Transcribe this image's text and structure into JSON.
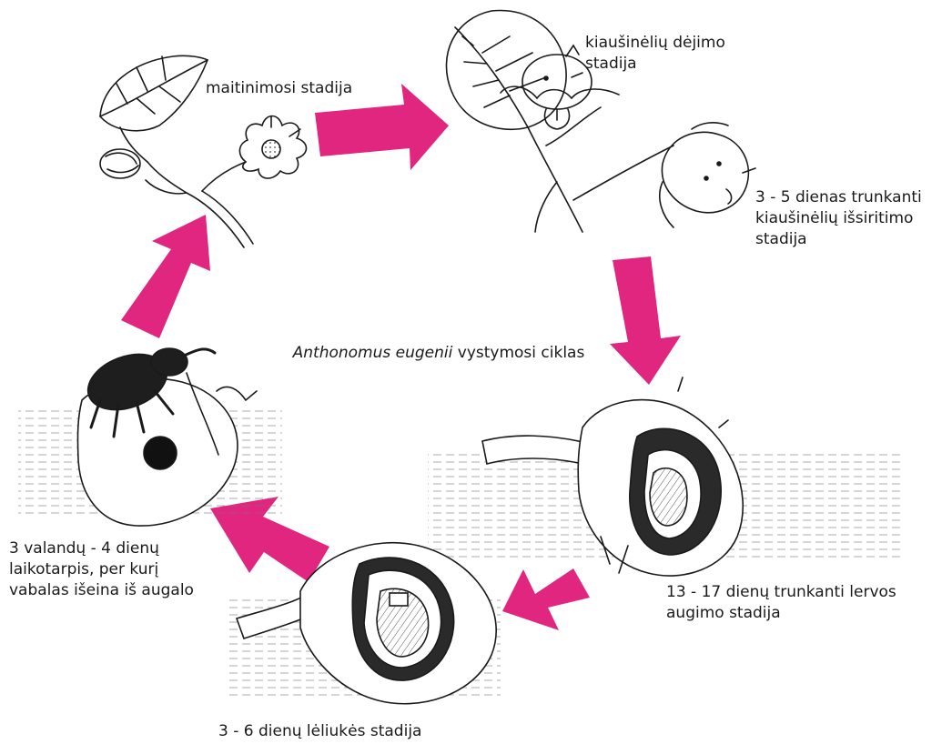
{
  "title": {
    "species": "Anthonomus eugenii",
    "rest": " vystymosi ciklas"
  },
  "stages": {
    "feeding": "maitinimosi stadija",
    "egg_laying": "kiaušinėlių dėjimo\nstadija",
    "hatching": "3 - 5 dienas trunkanti\nkiaušinėlių išsiritimo\nstadija",
    "larva": "13 - 17 dienų trunkanti lervos\naugimo stadija",
    "pupa": "3 - 6 dienų lėliukės stadija",
    "emergence": "3 valandų - 4 dienų\nlaikotarpis, per kurį\nvabalas išeina iš augalo"
  },
  "colors": {
    "arrow": "#e0267f",
    "ink": "#1a1a1a"
  }
}
